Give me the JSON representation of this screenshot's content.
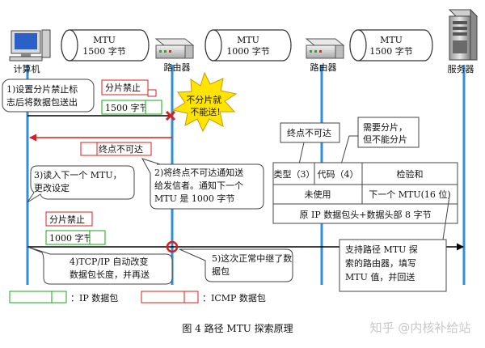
{
  "nodes": {
    "computer": "计算机",
    "router1": "路由器",
    "router2": "路由器",
    "server": "服务器"
  },
  "links": [
    {
      "mtu": "MTU",
      "size": "1500 字节"
    },
    {
      "mtu": "MTU",
      "size": "1000 字节"
    },
    {
      "mtu": "MTU",
      "size": "1500 字节"
    }
  ],
  "steps": {
    "step1": [
      "1)设置分片禁止标",
      "志后将数据包送出"
    ],
    "step2": [
      "2)将终点不可达通知送",
      "给发信者。通知下一个",
      "MTU 是 1000 字节"
    ],
    "step3": [
      "3)读入下一个 MTU，",
      "更改设定"
    ],
    "step4": [
      "4)TCP/IP  自动改变",
      "数据包长度，并再送"
    ],
    "step5": [
      "5)这次正常中继了数",
      "据包"
    ]
  },
  "packet1": {
    "flag": "分片禁止",
    "size": "1500 字节"
  },
  "packet2": {
    "flag": "分片禁止",
    "size": "1000 字节"
  },
  "icmp_label": "终点不可达",
  "burst": [
    "不分片就",
    "不能送!"
  ],
  "icmp_format": {
    "unreachable": "终点不可达",
    "needs_frag": [
      "需要分片，",
      "但不能分片"
    ],
    "type": "类型（3）",
    "code": "代码（4）",
    "checksum": "检验和",
    "unused": "未使用",
    "next_mtu": "下一个 MTU(16 位)",
    "orig": "原 IP 数据包头+数据头部 8 字节"
  },
  "path_note": [
    "支持路径  MTU  探",
    "索的路由器，填写",
    "MTU 值，并回送"
  ],
  "legend": {
    "ip": "：IP 数据包",
    "icmp": "：ICMP 数据包"
  },
  "caption": "图  4  路径 MTU 探索原理",
  "watermark": "知乎 @内核补给站",
  "colors": {
    "line": "#2f8fd8",
    "arrow": "#000000",
    "ip": "#1aa51a",
    "icmp": "#d42020",
    "burst": "#ffe400"
  }
}
